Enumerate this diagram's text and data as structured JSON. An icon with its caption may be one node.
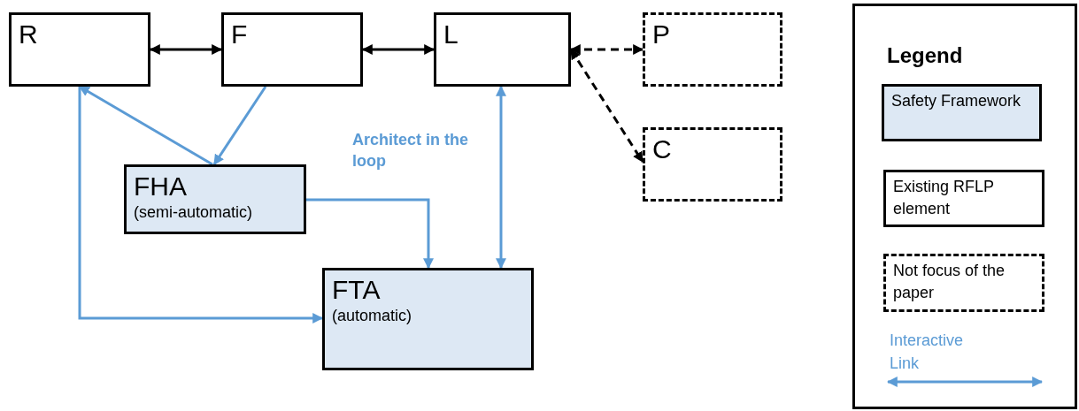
{
  "diagram": {
    "nodes": [
      {
        "text": [
          "R"
        ]
      },
      {
        "text": [
          "F"
        ]
      },
      {
        "text": [
          "L"
        ]
      },
      {
        "text": [
          "P"
        ]
      },
      {
        "text": [
          "C"
        ]
      },
      {
        "text": [
          "FHA",
          "(semi-automatic)"
        ]
      },
      {
        "text": [
          "FTA",
          "(automatic)"
        ]
      }
    ],
    "edges": [
      {
        "from": 0,
        "to": 1,
        "arrow": "both",
        "color": "#000000"
      },
      {
        "from": 1,
        "to": 2,
        "arrow": "both",
        "color": "#000000"
      },
      {
        "from": 2,
        "to": 3,
        "arrow": "both",
        "style": "dashed",
        "color": "#000000"
      },
      {
        "from": 2,
        "to": 4,
        "arrow": "both",
        "style": "dashed",
        "color": "#000000"
      },
      {
        "from": 5,
        "to": 0,
        "arrow": "to"
      },
      {
        "from": 1,
        "to": 5,
        "arrow": "to"
      },
      {
        "from": 5,
        "to": 6,
        "arrow": "to"
      },
      {
        "from": 2,
        "to": 6,
        "arrow": "both"
      },
      {
        "from": 0,
        "to": 6,
        "arrow": "to"
      }
    ],
    "labels": [
      "Architect in the loop",
      "Legend"
    ],
    "legend": [
      {
        "text": "Safety Framework",
        "color": "#dde8f4"
      },
      {
        "text": "Existing RFLP element",
        "color": "#ffffff"
      },
      {
        "text": "Not focus of the paper"
      },
      {
        "text": "Interactive Link"
      }
    ]
  }
}
